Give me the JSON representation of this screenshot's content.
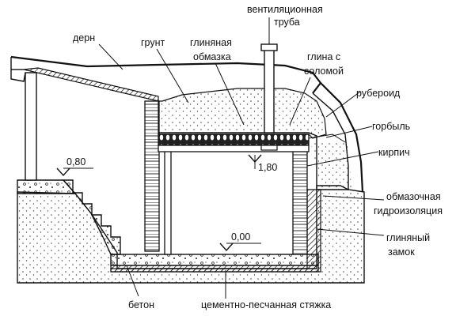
{
  "labels": {
    "vent_pipe_line1": "вентиляционная",
    "vent_pipe_line2": "труба",
    "turf": "дерн",
    "soil": "грунт",
    "clay_coat_line1": "глиняная",
    "clay_coat_line2": "обмазка",
    "clay_straw_line1": "глина с",
    "clay_straw_line2": "соломой",
    "roofing_felt": "рубероид",
    "slab": "горбыль",
    "brick": "кирпич",
    "coating_waterproof_line1": "обмазочная",
    "coating_waterproof_line2": "гидроизоляция",
    "clay_lock_line1": "глиняный",
    "clay_lock_line2": "замок",
    "concrete": "бетон",
    "screed": "цементно-песчанная стяжка"
  },
  "levels": {
    "entry": "0,80",
    "ceiling": "1,80",
    "floor": "0,00"
  }
}
